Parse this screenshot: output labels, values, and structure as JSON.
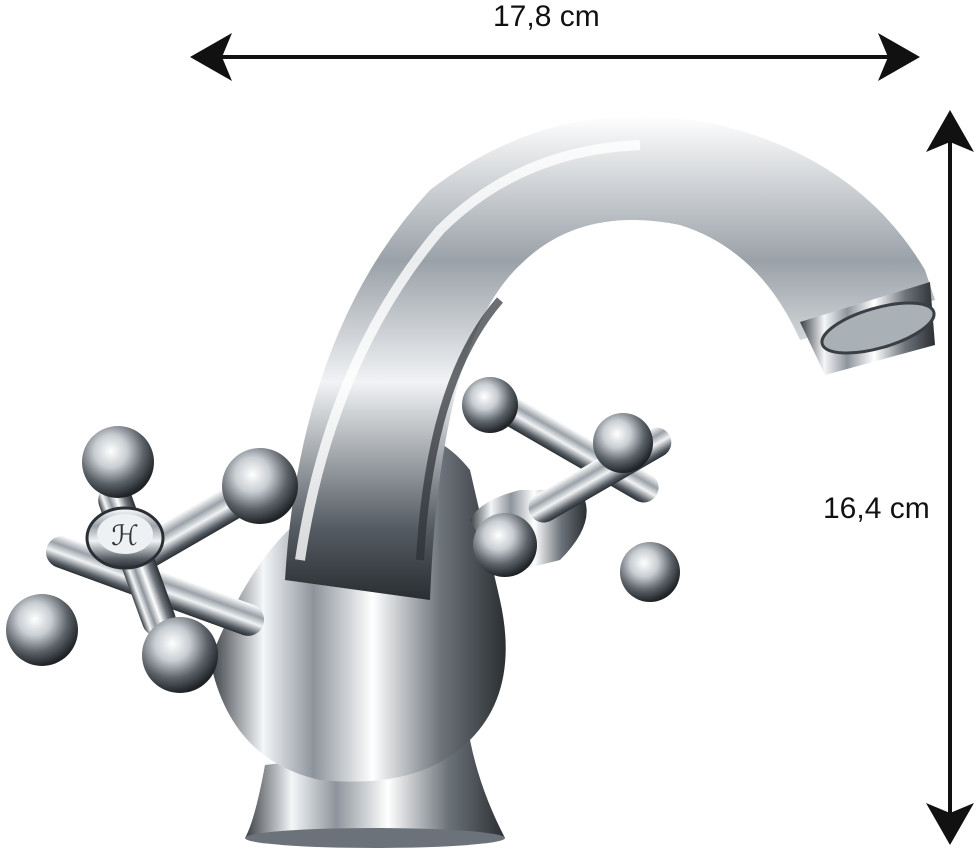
{
  "dimensions": {
    "width_label": "17,8 cm",
    "height_label": "16,4 cm"
  },
  "product": {
    "image_subject": "chrome-cross-handle-basin-faucet",
    "finish_color": "#c8cdd2",
    "handle_marking": "hot/cold cross handles"
  },
  "colors": {
    "arrow": "#111111",
    "background": "#ffffff"
  }
}
